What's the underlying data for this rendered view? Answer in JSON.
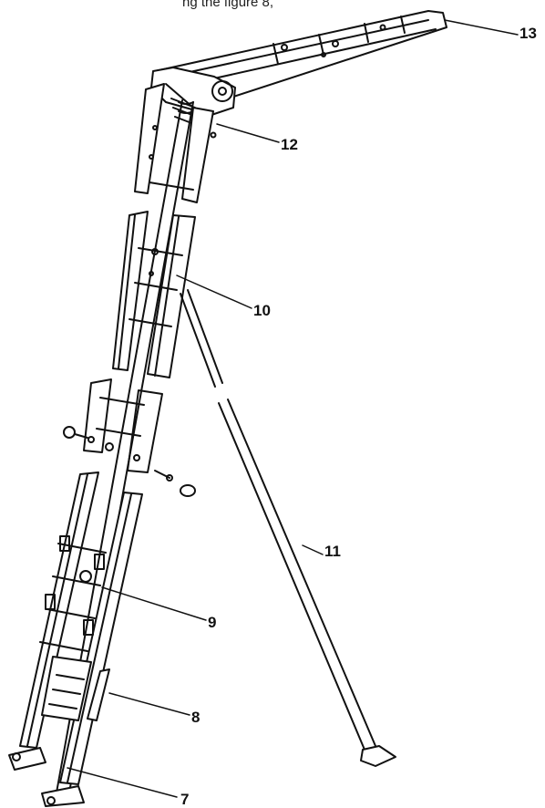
{
  "caption_fragment": "ng the figure 8,",
  "colors": {
    "line": "#111111",
    "background": "#ffffff",
    "shade": "#bdbdbd"
  },
  "parts": [
    {
      "id": "7",
      "label": "7"
    },
    {
      "id": "8",
      "label": "8"
    },
    {
      "id": "9",
      "label": "9"
    },
    {
      "id": "10",
      "label": "10"
    },
    {
      "id": "11",
      "label": "11"
    },
    {
      "id": "12",
      "label": "12"
    },
    {
      "id": "13",
      "label": "13"
    }
  ]
}
